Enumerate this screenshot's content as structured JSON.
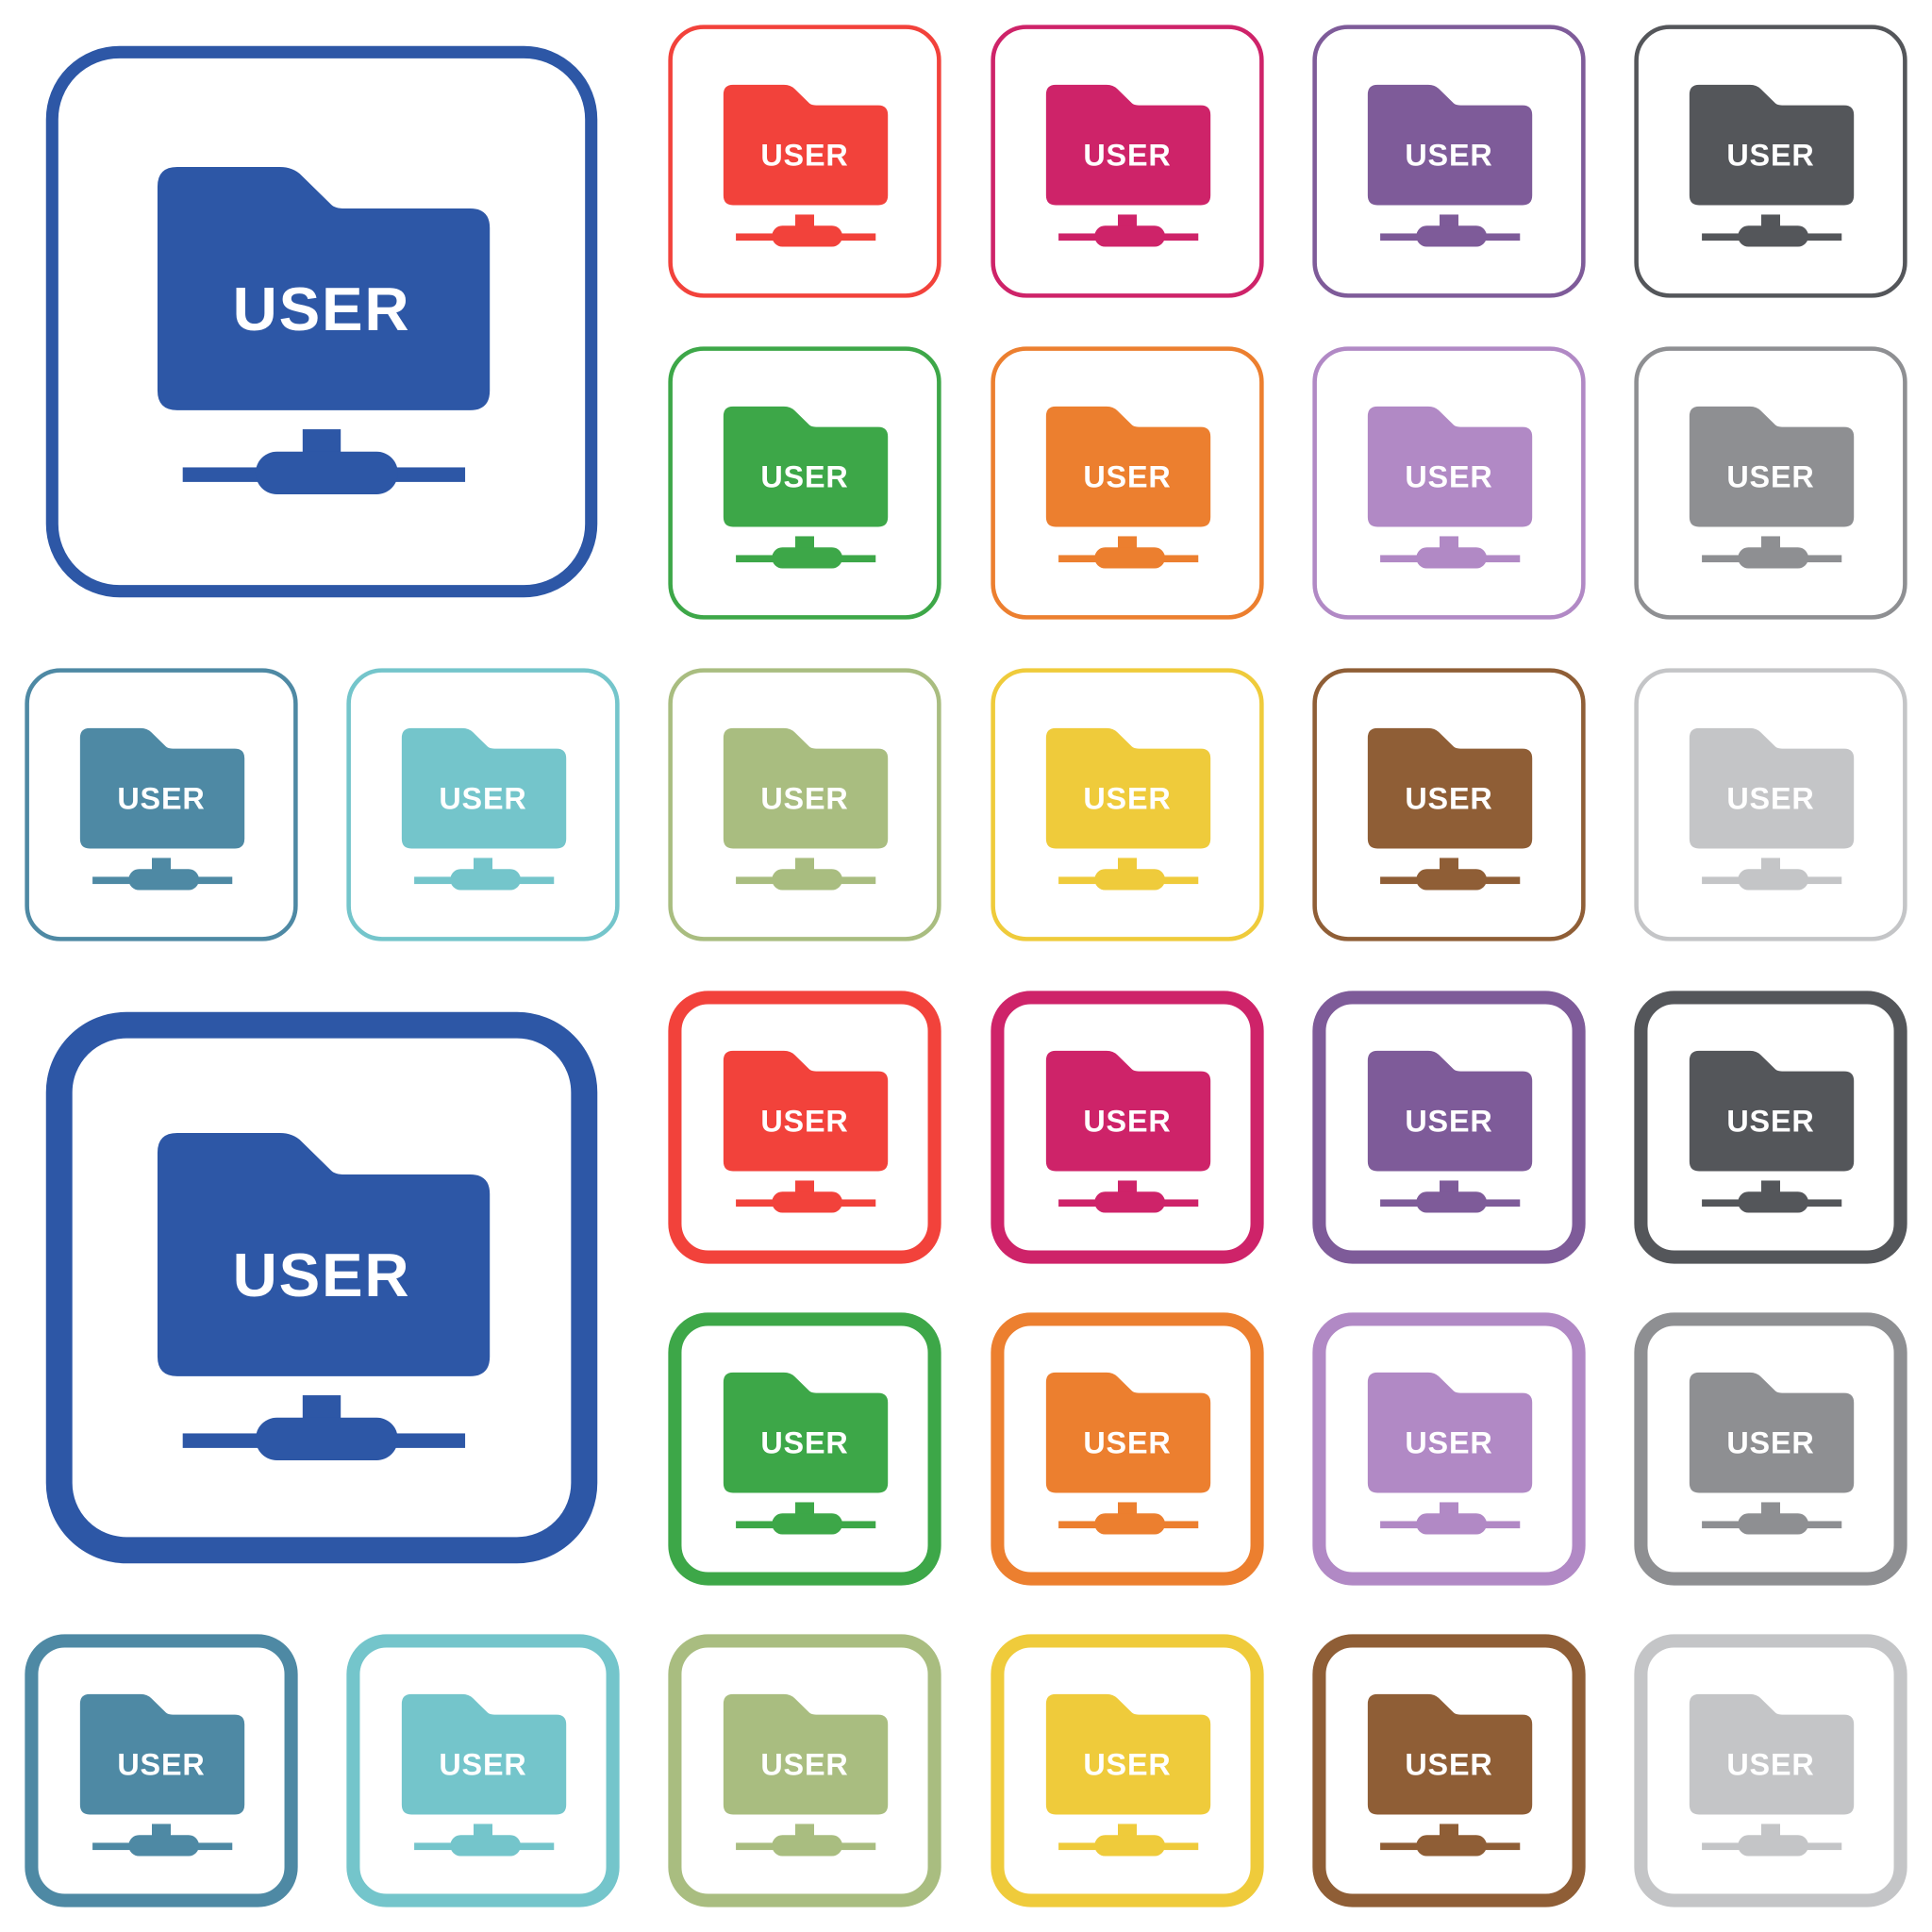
{
  "sheet": {
    "title": "ftp-user-flat-color-icons-in-rounded-square-frames",
    "background": "#ffffff",
    "grid_columns": 6,
    "grid_rows": 6
  },
  "icon_glyph": {
    "label": "USER",
    "text_color": "#ffffff",
    "symbol": "folder-network-icon"
  },
  "frame_styles": {
    "thin_small_stroke": 1.55,
    "thin_large_stroke": 2.2,
    "thick_small_stroke": 4.8,
    "thick_large_stroke": 4.7,
    "corner_radius": 12
  },
  "icons": [
    {
      "name": "ftp-user-icon-blue-large-thin",
      "color_name": "blue",
      "color": "#2D57A6",
      "row": 0,
      "col": 0,
      "span": 2,
      "frame": "thin"
    },
    {
      "name": "ftp-user-icon-red-thin",
      "color_name": "red",
      "color": "#F2423B",
      "row": 0,
      "col": 2,
      "span": 1,
      "frame": "thin"
    },
    {
      "name": "ftp-user-icon-pink-thin",
      "color_name": "pink",
      "color": "#CE2369",
      "row": 0,
      "col": 3,
      "span": 1,
      "frame": "thin"
    },
    {
      "name": "ftp-user-icon-purple-thin",
      "color_name": "purple",
      "color": "#7E5B99",
      "row": 0,
      "col": 4,
      "span": 1,
      "frame": "thin"
    },
    {
      "name": "ftp-user-icon-dark-gray-thin",
      "color_name": "dark-gray",
      "color": "#54565A",
      "row": 0,
      "col": 5,
      "span": 1,
      "frame": "thin"
    },
    {
      "name": "ftp-user-icon-green-thin",
      "color_name": "green",
      "color": "#3DA748",
      "row": 1,
      "col": 2,
      "span": 1,
      "frame": "thin"
    },
    {
      "name": "ftp-user-icon-orange-thin",
      "color_name": "orange",
      "color": "#EC7F2F",
      "row": 1,
      "col": 3,
      "span": 1,
      "frame": "thin"
    },
    {
      "name": "ftp-user-icon-light-purple-thin",
      "color_name": "light-purple",
      "color": "#B189C5",
      "row": 1,
      "col": 4,
      "span": 1,
      "frame": "thin"
    },
    {
      "name": "ftp-user-icon-gray-thin",
      "color_name": "gray",
      "color": "#8E8F92",
      "row": 1,
      "col": 5,
      "span": 1,
      "frame": "thin"
    },
    {
      "name": "ftp-user-icon-steel-blue-thin",
      "color_name": "steel-blue",
      "color": "#4E89A4",
      "row": 2,
      "col": 0,
      "span": 1,
      "frame": "thin"
    },
    {
      "name": "ftp-user-icon-teal-thin",
      "color_name": "teal",
      "color": "#74C5CB",
      "row": 2,
      "col": 1,
      "span": 1,
      "frame": "thin"
    },
    {
      "name": "ftp-user-icon-olive-green-thin",
      "color_name": "olive-green",
      "color": "#A9BD80",
      "row": 2,
      "col": 2,
      "span": 1,
      "frame": "thin"
    },
    {
      "name": "ftp-user-icon-yellow-thin",
      "color_name": "yellow",
      "color": "#EFCB3B",
      "row": 2,
      "col": 3,
      "span": 1,
      "frame": "thin"
    },
    {
      "name": "ftp-user-icon-brown-thin",
      "color_name": "brown",
      "color": "#8F5E36",
      "row": 2,
      "col": 4,
      "span": 1,
      "frame": "thin"
    },
    {
      "name": "ftp-user-icon-light-gray-thin",
      "color_name": "light-gray",
      "color": "#C4C5C7",
      "row": 2,
      "col": 5,
      "span": 1,
      "frame": "thin"
    },
    {
      "name": "ftp-user-icon-blue-large-thick",
      "color_name": "blue",
      "color": "#2D57A6",
      "row": 3,
      "col": 0,
      "span": 2,
      "frame": "thick"
    },
    {
      "name": "ftp-user-icon-red-thick",
      "color_name": "red",
      "color": "#F2423B",
      "row": 3,
      "col": 2,
      "span": 1,
      "frame": "thick"
    },
    {
      "name": "ftp-user-icon-pink-thick",
      "color_name": "pink",
      "color": "#CE2369",
      "row": 3,
      "col": 3,
      "span": 1,
      "frame": "thick"
    },
    {
      "name": "ftp-user-icon-purple-thick",
      "color_name": "purple",
      "color": "#7E5B99",
      "row": 3,
      "col": 4,
      "span": 1,
      "frame": "thick"
    },
    {
      "name": "ftp-user-icon-dark-gray-thick",
      "color_name": "dark-gray",
      "color": "#54565A",
      "row": 3,
      "col": 5,
      "span": 1,
      "frame": "thick"
    },
    {
      "name": "ftp-user-icon-green-thick",
      "color_name": "green",
      "color": "#3DA748",
      "row": 4,
      "col": 2,
      "span": 1,
      "frame": "thick"
    },
    {
      "name": "ftp-user-icon-orange-thick",
      "color_name": "orange",
      "color": "#EC7F2F",
      "row": 4,
      "col": 3,
      "span": 1,
      "frame": "thick"
    },
    {
      "name": "ftp-user-icon-light-purple-thick",
      "color_name": "light-purple",
      "color": "#B189C5",
      "row": 4,
      "col": 4,
      "span": 1,
      "frame": "thick"
    },
    {
      "name": "ftp-user-icon-gray-thick",
      "color_name": "gray",
      "color": "#8E8F92",
      "row": 4,
      "col": 5,
      "span": 1,
      "frame": "thick"
    },
    {
      "name": "ftp-user-icon-steel-blue-thick",
      "color_name": "steel-blue",
      "color": "#4E89A4",
      "row": 5,
      "col": 0,
      "span": 1,
      "frame": "thick"
    },
    {
      "name": "ftp-user-icon-teal-thick",
      "color_name": "teal",
      "color": "#74C5CB",
      "row": 5,
      "col": 1,
      "span": 1,
      "frame": "thick"
    },
    {
      "name": "ftp-user-icon-olive-green-thick",
      "color_name": "olive-green",
      "color": "#A9BD80",
      "row": 5,
      "col": 2,
      "span": 1,
      "frame": "thick"
    },
    {
      "name": "ftp-user-icon-yellow-thick",
      "color_name": "yellow",
      "color": "#EFCB3B",
      "row": 5,
      "col": 3,
      "span": 1,
      "frame": "thick"
    },
    {
      "name": "ftp-user-icon-brown-thick",
      "color_name": "brown",
      "color": "#8F5E36",
      "row": 5,
      "col": 4,
      "span": 1,
      "frame": "thick"
    },
    {
      "name": "ftp-user-icon-light-gray-thick",
      "color_name": "light-gray",
      "color": "#C4C5C7",
      "row": 5,
      "col": 5,
      "span": 1,
      "frame": "thick"
    }
  ]
}
